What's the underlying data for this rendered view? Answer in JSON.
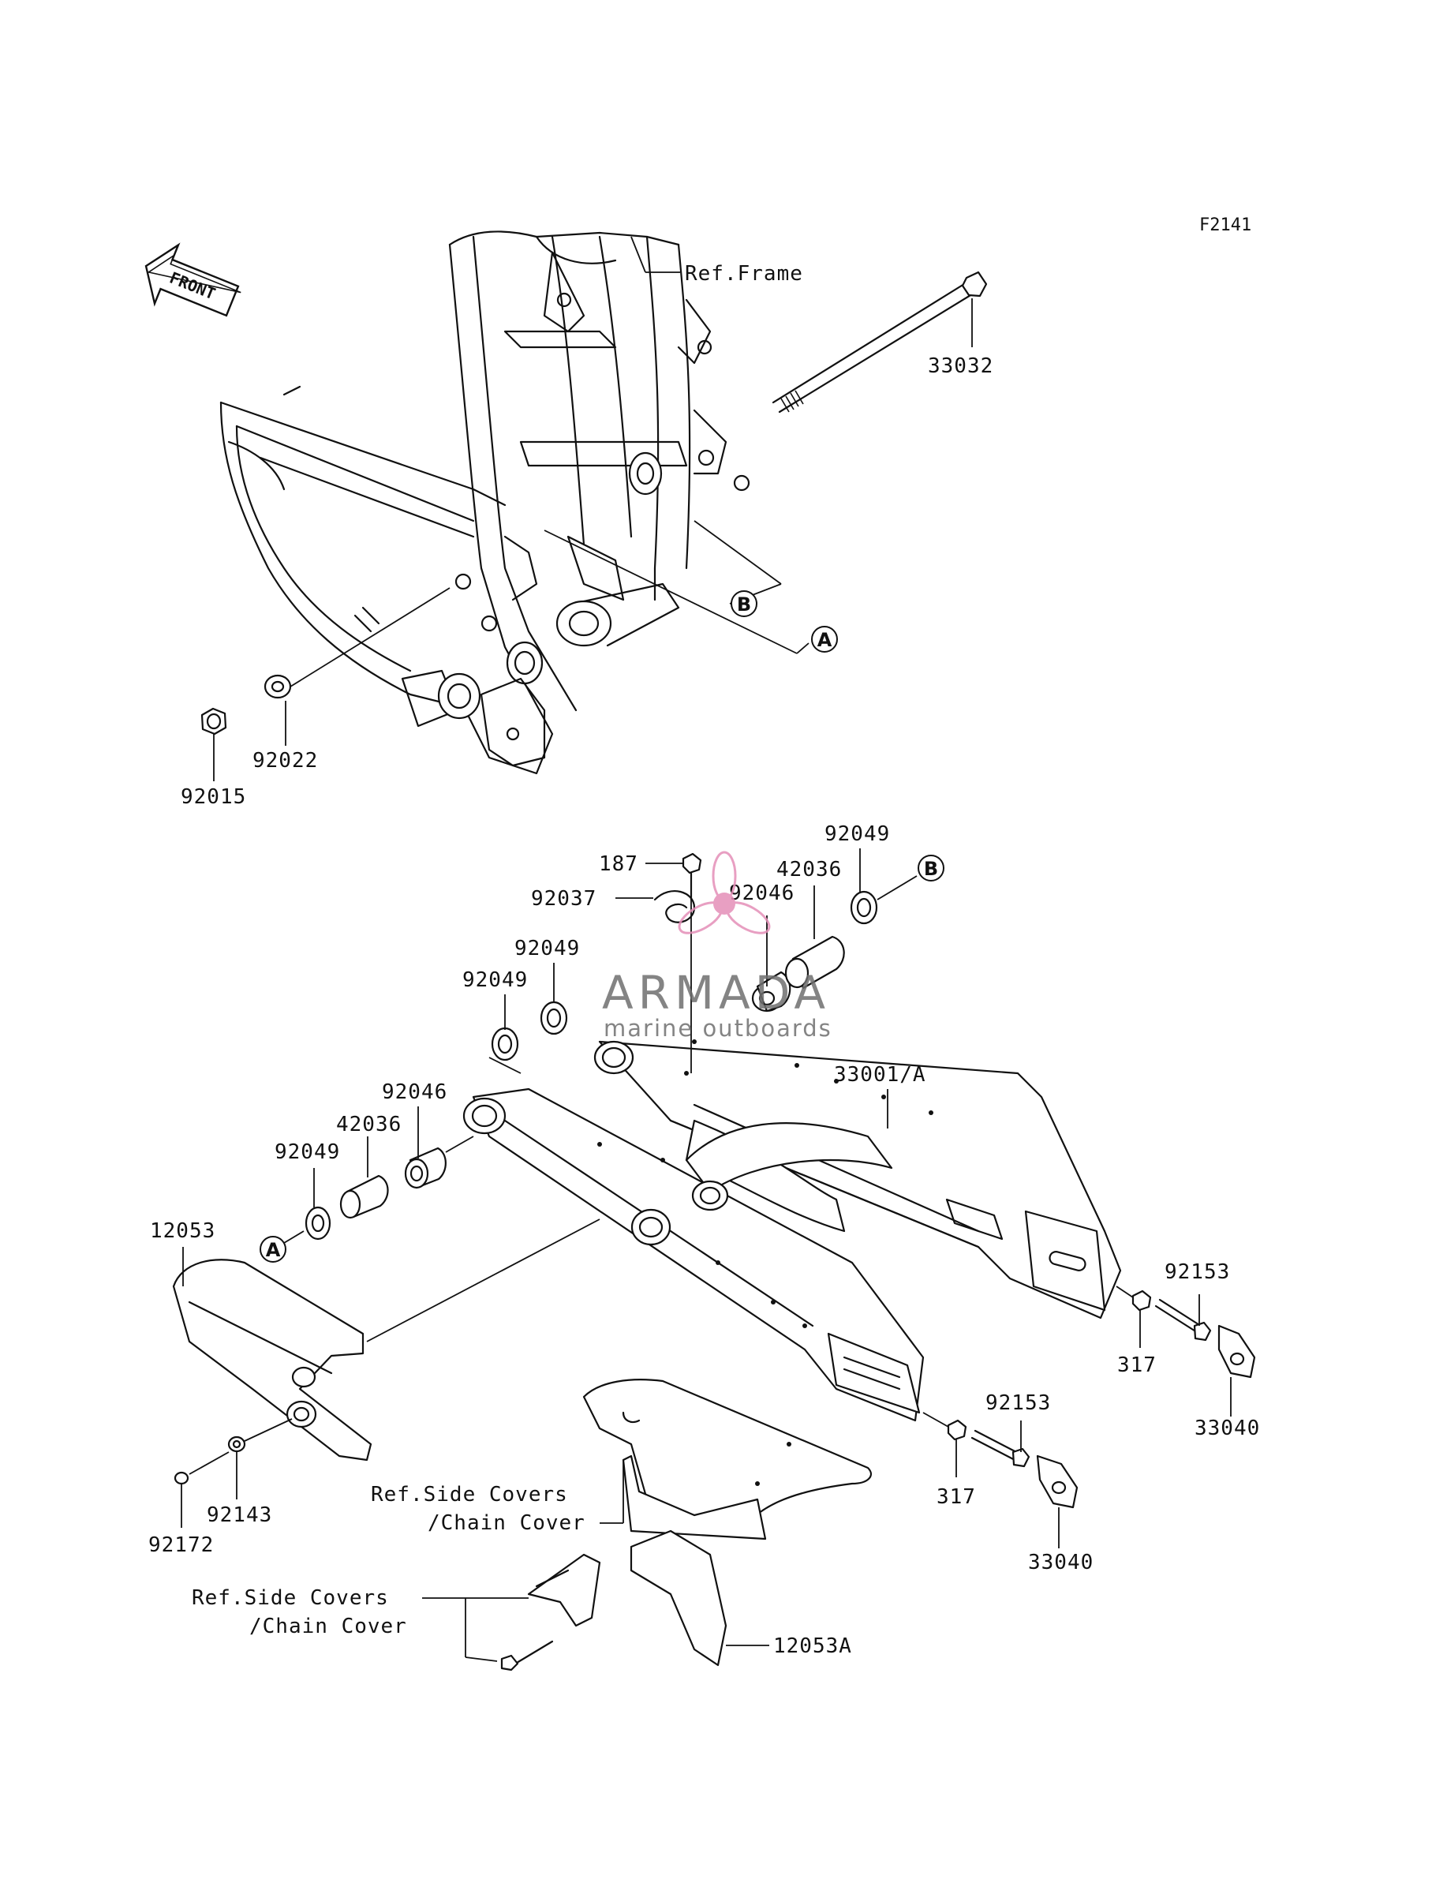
{
  "figure_code": "F2141",
  "front_label": "FRONT",
  "ref_labels": {
    "frame": "Ref.Frame",
    "side_covers_1_line1": "Ref.Side Covers",
    "side_covers_1_line2": "/Chain Cover",
    "side_covers_2_line1": "Ref.Side Covers",
    "side_covers_2_line2": "/Chain Cover"
  },
  "callouts": {
    "a_top": "A",
    "b_top": "B",
    "a_bottom": "A",
    "b_bottom": "B"
  },
  "part_numbers": {
    "p33032": "33032",
    "p92015": "92015",
    "p92022": "92022",
    "p187": "187",
    "p92037": "92037",
    "p92046_upper": "92046",
    "p42036_upper": "42036",
    "p92049_upper_right": "92049",
    "p92049_mid_a": "92049",
    "p92049_mid_b": "92049",
    "p33001a": "33001/A",
    "p92046_lower": "92046",
    "p42036_lower": "42036",
    "p92049_lower": "92049",
    "p12053": "12053",
    "p92153_upper": "92153",
    "p317_upper": "317",
    "p33040_upper": "33040",
    "p92153_lower": "92153",
    "p317_lower": "317",
    "p33040_lower": "33040",
    "p92172": "92172",
    "p92143": "92143",
    "p12053a": "12053A"
  },
  "watermark": {
    "brand": "ARMADA",
    "tagline": "marine outboards",
    "accent_color": "#e58fb8"
  }
}
